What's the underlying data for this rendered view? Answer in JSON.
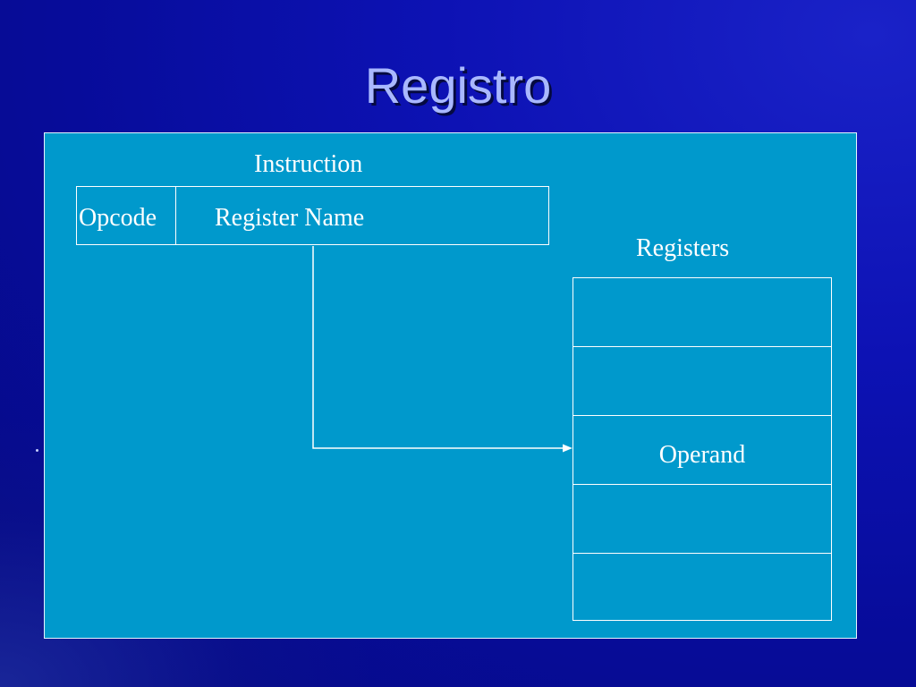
{
  "slide": {
    "title": "Registro"
  },
  "diagram": {
    "instruction_label": "Instruction",
    "instruction_fields": {
      "opcode": "Opcode",
      "register_name": "Register Name"
    },
    "registers_label": "Registers",
    "registers": [
      "",
      "",
      "Operand",
      "",
      ""
    ],
    "colors": {
      "background": "#0a10a8",
      "panel": "#0099cc",
      "title": "#a9b8ff",
      "lines": "#ffffff"
    }
  }
}
